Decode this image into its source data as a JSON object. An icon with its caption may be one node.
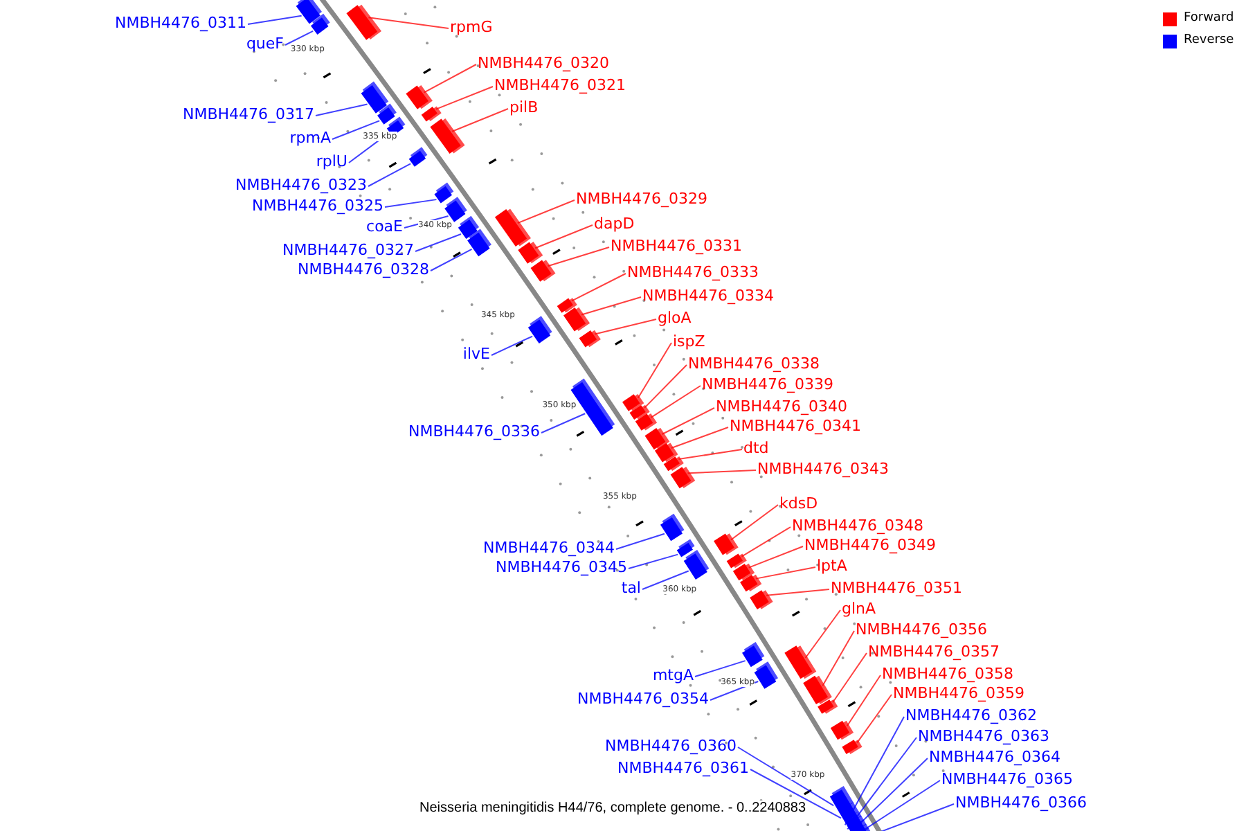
{
  "diagram": {
    "caption": "Neisseria meningitidis H44/76, complete genome. - 0..2240883",
    "nodes": [
      {
        "text": [
          "NMBH4476_0311"
        ]
      },
      {
        "text": [
          "rpmG"
        ]
      },
      {
        "text": [
          "queF"
        ]
      },
      {
        "text": [
          "NMBH4476_0320"
        ]
      },
      {
        "text": [
          "NMBH4476_0321"
        ]
      },
      {
        "text": [
          "pilB"
        ]
      },
      {
        "text": [
          "NMBH4476_0317"
        ]
      },
      {
        "text": [
          "rpmA"
        ]
      },
      {
        "text": [
          "rplU"
        ]
      },
      {
        "text": [
          "NMBH4476_0323"
        ]
      },
      {
        "text": [
          "NMBH4476_0329"
        ]
      },
      {
        "text": [
          "NMBH4476_0325"
        ]
      },
      {
        "text": [
          "dapD"
        ]
      },
      {
        "text": [
          "coaE"
        ]
      },
      {
        "text": [
          "NMBH4476_0331"
        ]
      },
      {
        "text": [
          "NMBH4476_0327"
        ]
      },
      {
        "text": [
          "NMBH4476_0328"
        ]
      },
      {
        "text": [
          "NMBH4476_0333"
        ]
      },
      {
        "text": [
          "NMBH4476_0334"
        ]
      },
      {
        "text": [
          "gloA"
        ]
      },
      {
        "text": [
          "ispZ"
        ]
      },
      {
        "text": [
          "ilvE"
        ]
      },
      {
        "text": [
          "NMBH4476_0338"
        ]
      },
      {
        "text": [
          "NMBH4476_0339"
        ]
      },
      {
        "text": [
          "NMBH4476_0340"
        ]
      },
      {
        "text": [
          "NMBH4476_0341"
        ]
      },
      {
        "text": [
          "NMBH4476_0336"
        ]
      },
      {
        "text": [
          "dtd"
        ]
      },
      {
        "text": [
          "NMBH4476_0343"
        ]
      },
      {
        "text": [
          "kdsD"
        ]
      },
      {
        "text": [
          "NMBH4476_0348"
        ]
      },
      {
        "text": [
          "NMBH4476_0349"
        ]
      },
      {
        "text": [
          "NMBH4476_0344"
        ]
      },
      {
        "text": [
          "lptA"
        ]
      },
      {
        "text": [
          "NMBH4476_0345"
        ]
      },
      {
        "text": [
          "tal"
        ]
      },
      {
        "text": [
          "NMBH4476_0351"
        ]
      },
      {
        "text": [
          "glnA"
        ]
      },
      {
        "text": [
          "NMBH4476_0356"
        ]
      },
      {
        "text": [
          "NMBH4476_0357"
        ]
      },
      {
        "text": [
          "NMBH4476_0358"
        ]
      },
      {
        "text": [
          "mtgA"
        ]
      },
      {
        "text": [
          "NMBH4476_0359"
        ]
      },
      {
        "text": [
          "NMBH4476_0354"
        ]
      },
      {
        "text": [
          "NMBH4476_0362"
        ]
      },
      {
        "text": [
          "NMBH4476_0363"
        ]
      },
      {
        "text": [
          "NMBH4476_0360"
        ]
      },
      {
        "text": [
          "NMBH4476_0364"
        ]
      },
      {
        "text": [
          "NMBH4476_0361"
        ]
      },
      {
        "text": [
          "NMBH4476_0365"
        ]
      },
      {
        "text": [
          "NMBH4476_0366"
        ]
      },
      {
        "text": [],
        "shape": "box"
      },
      {
        "text": [],
        "shape": "box"
      },
      {
        "text": [],
        "shape": "box"
      },
      {
        "text": [],
        "shape": "box"
      },
      {
        "text": [],
        "shape": "box"
      },
      {
        "text": [],
        "shape": "box"
      },
      {
        "text": [],
        "shape": "box"
      },
      {
        "text": [],
        "shape": "box"
      },
      {
        "text": [],
        "shape": "box"
      },
      {
        "text": [],
        "shape": "box"
      },
      {
        "text": [],
        "shape": "box"
      },
      {
        "text": [],
        "shape": "box"
      },
      {
        "text": [],
        "shape": "box"
      },
      {
        "text": [],
        "shape": "box"
      },
      {
        "text": [],
        "shape": "box"
      },
      {
        "text": [],
        "shape": "box"
      },
      {
        "text": [],
        "shape": "box"
      },
      {
        "text": [],
        "shape": "box"
      },
      {
        "text": [],
        "shape": "box"
      },
      {
        "text": [],
        "shape": "box"
      },
      {
        "text": [],
        "shape": "box"
      },
      {
        "text": [],
        "shape": "box"
      },
      {
        "text": [],
        "shape": "box"
      },
      {
        "text": [],
        "shape": "box"
      },
      {
        "text": [],
        "shape": "box"
      },
      {
        "text": [],
        "shape": "box"
      },
      {
        "text": [],
        "shape": "box"
      },
      {
        "text": [],
        "shape": "box"
      },
      {
        "text": [],
        "shape": "box"
      },
      {
        "text": [],
        "shape": "box"
      },
      {
        "text": [],
        "shape": "box"
      },
      {
        "text": [],
        "shape": "box"
      },
      {
        "text": [],
        "shape": "box"
      },
      {
        "text": [],
        "shape": "box"
      },
      {
        "text": [],
        "shape": "box"
      },
      {
        "text": [],
        "shape": "box"
      },
      {
        "text": [],
        "shape": "box"
      },
      {
        "text": [],
        "shape": "box"
      },
      {
        "text": [],
        "shape": "box"
      },
      {
        "text": [],
        "shape": "box"
      },
      {
        "text": [],
        "shape": "box"
      },
      {
        "text": [],
        "shape": "box"
      },
      {
        "text": [],
        "shape": "box"
      },
      {
        "text": [],
        "shape": "box"
      },
      {
        "text": [],
        "shape": "box"
      },
      {
        "text": [],
        "shape": "box"
      },
      {
        "text": [],
        "shape": "box"
      },
      {
        "text": [],
        "shape": "box"
      },
      {
        "text": [],
        "shape": "box"
      },
      {
        "text": [],
        "shape": "box"
      },
      {
        "text": [],
        "shape": "box"
      }
    ],
    "edges": [
      {
        "from": 0,
        "to": 51,
        "arrow": "none",
        "color": "#0000ff"
      },
      {
        "from": 1,
        "to": 52,
        "arrow": "none"
      },
      {
        "from": 2,
        "to": 53,
        "arrow": "none",
        "color": "#0000ff"
      },
      {
        "from": 3,
        "to": 54,
        "arrow": "none"
      },
      {
        "from": 4,
        "to": 55,
        "arrow": "none"
      },
      {
        "from": 5,
        "to": 56,
        "arrow": "none"
      },
      {
        "from": 6,
        "to": 57,
        "arrow": "none",
        "color": "#0000ff"
      },
      {
        "from": 7,
        "to": 58,
        "arrow": "none",
        "color": "#0000ff"
      },
      {
        "from": 8,
        "to": 59,
        "arrow": "none",
        "color": "#0000ff"
      },
      {
        "from": 9,
        "to": 60,
        "arrow": "none",
        "color": "#0000ff"
      },
      {
        "from": 10,
        "to": 61,
        "arrow": "none"
      },
      {
        "from": 11,
        "to": 62,
        "arrow": "none",
        "color": "#0000ff"
      },
      {
        "from": 12,
        "to": 63,
        "arrow": "none"
      },
      {
        "from": 13,
        "to": 64,
        "arrow": "none",
        "color": "#0000ff"
      },
      {
        "from": 14,
        "to": 65,
        "arrow": "none"
      },
      {
        "from": 15,
        "to": 66,
        "arrow": "none",
        "color": "#0000ff"
      },
      {
        "from": 16,
        "to": 67,
        "arrow": "none",
        "color": "#0000ff"
      },
      {
        "from": 17,
        "to": 68,
        "arrow": "none"
      },
      {
        "from": 18,
        "to": 69,
        "arrow": "none"
      },
      {
        "from": 19,
        "to": 70,
        "arrow": "none"
      },
      {
        "from": 20,
        "to": 71,
        "arrow": "none"
      },
      {
        "from": 21,
        "to": 72,
        "arrow": "none",
        "color": "#0000ff"
      },
      {
        "from": 22,
        "to": 73,
        "arrow": "none"
      },
      {
        "from": 23,
        "to": 74,
        "arrow": "none"
      },
      {
        "from": 24,
        "to": 75,
        "arrow": "none"
      },
      {
        "from": 25,
        "to": 76,
        "arrow": "none"
      },
      {
        "from": 26,
        "to": 77,
        "arrow": "none",
        "color": "#0000ff"
      },
      {
        "from": 27,
        "to": 78,
        "arrow": "none"
      },
      {
        "from": 28,
        "to": 79,
        "arrow": "none"
      },
      {
        "from": 29,
        "to": 80,
        "arrow": "none"
      },
      {
        "from": 30,
        "to": 81,
        "arrow": "none"
      },
      {
        "from": 31,
        "to": 82,
        "arrow": "none"
      },
      {
        "from": 32,
        "to": 83,
        "arrow": "none",
        "color": "#0000ff"
      },
      {
        "from": 33,
        "to": 84,
        "arrow": "none"
      },
      {
        "from": 34,
        "to": 85,
        "arrow": "none",
        "color": "#0000ff"
      },
      {
        "from": 35,
        "to": 86,
        "arrow": "none",
        "color": "#0000ff"
      },
      {
        "from": 36,
        "to": 87,
        "arrow": "none"
      },
      {
        "from": 37,
        "to": 88,
        "arrow": "none"
      },
      {
        "from": 38,
        "to": 89,
        "arrow": "none"
      },
      {
        "from": 39,
        "to": 90,
        "arrow": "none"
      },
      {
        "from": 40,
        "to": 91,
        "arrow": "none"
      },
      {
        "from": 41,
        "to": 92,
        "arrow": "none",
        "color": "#0000ff"
      },
      {
        "from": 42,
        "to": 93,
        "arrow": "none"
      },
      {
        "from": 43,
        "to": 94,
        "arrow": "none",
        "color": "#0000ff"
      },
      {
        "from": 44,
        "to": 95,
        "arrow": "none",
        "color": "#0000ff"
      },
      {
        "from": 45,
        "to": 96,
        "arrow": "none",
        "color": "#0000ff"
      },
      {
        "from": 46,
        "to": 97,
        "arrow": "none",
        "color": "#0000ff"
      },
      {
        "from": 47,
        "to": 98,
        "arrow": "none",
        "color": "#0000ff"
      },
      {
        "from": 48,
        "to": 99,
        "arrow": "none",
        "color": "#0000ff"
      },
      {
        "from": 49,
        "to": 100,
        "arrow": "none",
        "color": "#0000ff"
      },
      {
        "from": 50,
        "to": 101,
        "arrow": "none",
        "color": "#0000ff"
      }
    ],
    "labels": [
      "330 kbp",
      "335 kbp",
      "340 kbp",
      "345 kbp",
      "350 kbp",
      "355 kbp",
      "360 kbp",
      "365 kbp",
      "370 kbp"
    ],
    "legend": [
      {
        "text": "Forward",
        "color": "#ff0000"
      },
      {
        "text": "Reverse",
        "color": "#0000ff"
      }
    ]
  }
}
